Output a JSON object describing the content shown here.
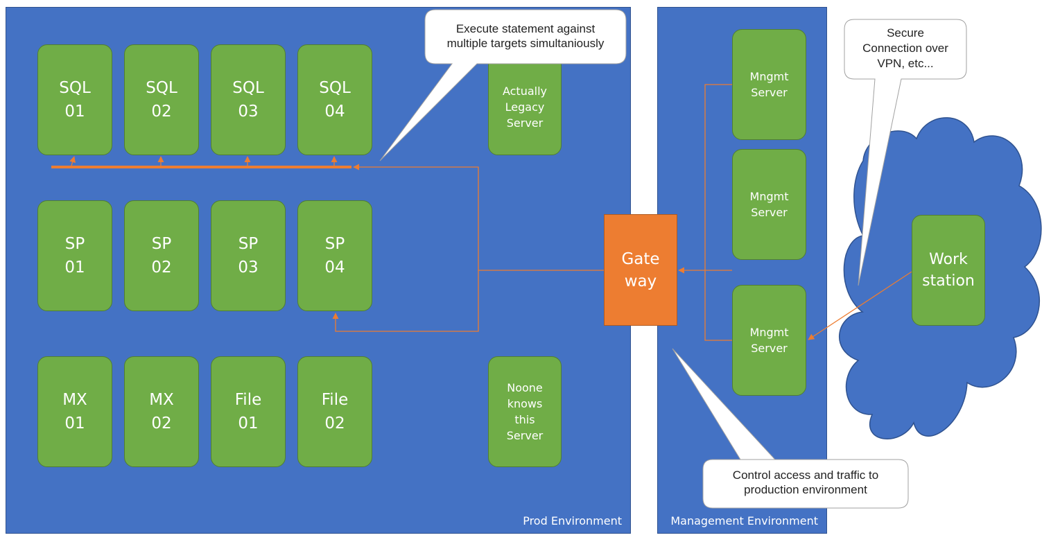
{
  "environments": {
    "prod": {
      "label": "Prod Environment"
    },
    "management": {
      "label": "Management Environment"
    }
  },
  "servers": {
    "sql01": "SQL\n01",
    "sql02": "SQL\n02",
    "sql03": "SQL\n03",
    "sql04": "SQL\n04",
    "sp01": "SP\n01",
    "sp02": "SP\n02",
    "sp03": "SP\n03",
    "sp04": "SP\n04",
    "mx01": "MX\n01",
    "mx02": "MX\n02",
    "file01": "File\n01",
    "file02": "File\n02",
    "legacy": "Actually\nLegacy\nServer",
    "noone": "Noone\nknows\nthis\nServer"
  },
  "gateway": {
    "label": "Gate\nway"
  },
  "management_servers": [
    "Mngmt\nServer",
    "Mngmt\nServer",
    "Mngmt\nServer"
  ],
  "workstation": {
    "label": "Work\nstation"
  },
  "callouts": {
    "execute": "Execute statement against\nmultiple targets simultaniously",
    "secure": "Secure\nConnection over\nVPN, etc...",
    "control": "Control access and traffic to\nproduction environment"
  },
  "colors": {
    "environment_fill": "#4472C4",
    "server_fill": "#70AD47",
    "gateway_fill": "#ED7D31",
    "connector": "#ED7D31",
    "cloud_fill": "#4472C4"
  }
}
